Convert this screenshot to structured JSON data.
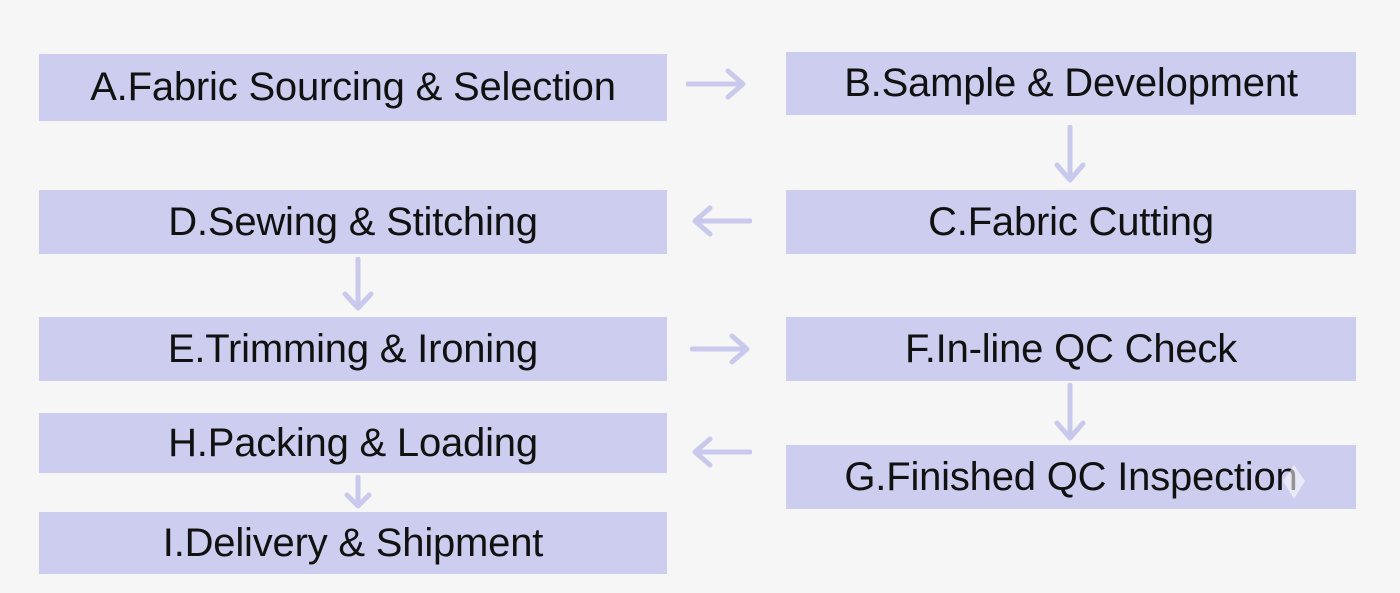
{
  "steps": {
    "a": {
      "label": "A.Fabric Sourcing & Selection"
    },
    "b": {
      "label": "B.Sample & Development"
    },
    "c": {
      "label": "C.Fabric Cutting"
    },
    "d": {
      "label": "D.Sewing & Stitching"
    },
    "e": {
      "label": "E.Trimming & Ironing"
    },
    "f": {
      "label": "F.In-line QC Check"
    },
    "g": {
      "label": "G.Finished QC Inspection"
    },
    "h": {
      "label": "H.Packing & Loading"
    },
    "i": {
      "label": "I.Delivery & Shipment"
    }
  },
  "colors": {
    "background": "#f6f6f6",
    "box_fill": "#cdcdf0",
    "arrow": "#c9c9ee",
    "text": "#111111"
  },
  "icons": {
    "arrow_right": "arrow-right-icon",
    "arrow_left": "arrow-left-icon",
    "arrow_down": "arrow-down-icon"
  }
}
